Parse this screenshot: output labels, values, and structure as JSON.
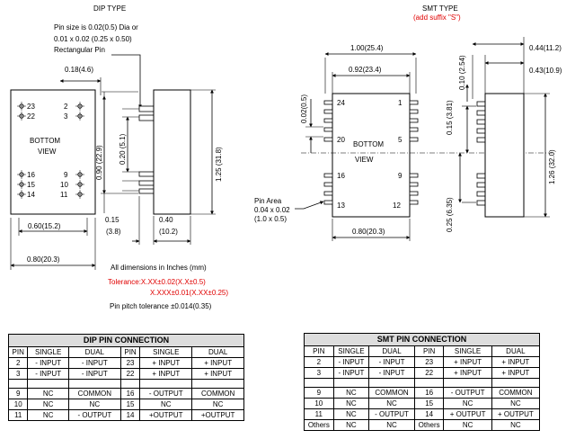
{
  "dip": {
    "title": "DIP TYPE",
    "pin_note": [
      "Pin size is 0.02(0.5) Dia or",
      "0.01 x 0.02 (0.25 x 0.50)",
      "Rectangular Pin"
    ],
    "dim_018": "0.18(4.6)",
    "dim_090": "0.90 (22.9)",
    "dim_020": "0.20 (5.1)",
    "dim_125": "1.25 (31.8)",
    "dim_060": "0.60(15.2)",
    "dim_080": "0.80(20.3)",
    "dim_015": [
      "0.15",
      "(3.8)"
    ],
    "dim_040": [
      "0.40",
      "(10.2)"
    ],
    "pins_left": [
      "23",
      "22",
      "16",
      "15",
      "14"
    ],
    "pins_right": [
      "2",
      "3",
      "9",
      "10",
      "11"
    ],
    "view_label": [
      "BOTTOM",
      "VIEW"
    ]
  },
  "smt": {
    "title": "SMT TYPE",
    "subtitle": "(add suffix \"S\")",
    "dim_100": "1.00(25.4)",
    "dim_092": "0.92(23.4)",
    "dim_044": "0.44(11.2)",
    "dim_043": "0.43(10.9)",
    "dim_010": "0.10 (2.54)",
    "dim_002": "0.02(0.5)",
    "dim_015": "0.15 (3.81)",
    "dim_126": "1.26 (32.0)",
    "dim_025": "0.25 (6.35)",
    "dim_080": "0.80(20.3)",
    "pin_area": [
      "Pin Area",
      "0.04 x 0.02",
      "(1.0 x 0.5)"
    ],
    "pins_left": [
      "24",
      "20",
      "16",
      "13"
    ],
    "pins_right": [
      "1",
      "5",
      "9",
      "12"
    ],
    "view_label": [
      "BOTTOM",
      "VIEW"
    ]
  },
  "notes": {
    "all_dims": "All dimensions in Inches (mm)",
    "tolerance_1": "Tolerance:X.XX±0.02(X.X±0.5)",
    "tolerance_2": "X.XXX±0.01(X.XX±0.25)",
    "pitch": "Pin pitch tolerance ±0.014(0.35)"
  },
  "dip_table": {
    "title": "DIP PIN CONNECTION",
    "headers": [
      "PIN",
      "SINGLE",
      "DUAL",
      "PIN",
      "SINGLE",
      "DUAL"
    ],
    "rows": [
      [
        "2",
        "- INPUT",
        "- INPUT",
        "23",
        "+ INPUT",
        "+ INPUT"
      ],
      [
        "3",
        "- INPUT",
        "- INPUT",
        "22",
        "+ INPUT",
        "+ INPUT"
      ],
      [
        "",
        "",
        "",
        "",
        "",
        ""
      ],
      [
        "9",
        "NC",
        "COMMON",
        "16",
        "- OUTPUT",
        "COMMON"
      ],
      [
        "10",
        "NC",
        "NC",
        "15",
        "NC",
        "NC"
      ],
      [
        "11",
        "NC",
        "- OUTPUT",
        "14",
        "+OUTPUT",
        "+OUTPUT"
      ]
    ]
  },
  "smt_table": {
    "title": "SMT PIN CONNECTION",
    "headers": [
      "PIN",
      "SINGLE",
      "DUAL",
      "PIN",
      "SINGLE",
      "DUAL"
    ],
    "rows": [
      [
        "2",
        "- INPUT",
        "- INPUT",
        "23",
        "+ INPUT",
        "+ INPUT"
      ],
      [
        "3",
        "- INPUT",
        "- INPUT",
        "22",
        "+ INPUT",
        "+ INPUT"
      ],
      [
        "",
        "",
        "",
        "",
        "",
        ""
      ],
      [
        "9",
        "NC",
        "COMMON",
        "16",
        "- OUTPUT",
        "COMMON"
      ],
      [
        "10",
        "NC",
        "NC",
        "15",
        "NC",
        "NC"
      ],
      [
        "11",
        "NC",
        "- OUTPUT",
        "14",
        "+ OUTPUT",
        "+ OUTPUT"
      ],
      [
        "Others",
        "NC",
        "NC",
        "Others",
        "NC",
        "NC"
      ]
    ]
  }
}
